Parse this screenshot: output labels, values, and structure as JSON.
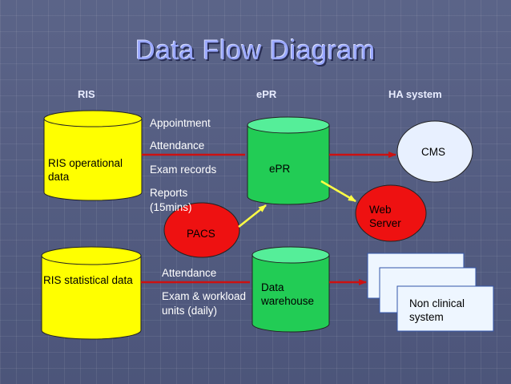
{
  "title": "Data Flow Diagram",
  "headers": {
    "ris": "RIS",
    "epr": "ePR",
    "ha": "HA system"
  },
  "nodes": {
    "ris_operational": "RIS operational data",
    "ris_statistical": "RIS statistical data",
    "epr": "ePR",
    "data_warehouse": "Data warehouse",
    "cms": "CMS",
    "web_server": "Web Server",
    "pacs": "PACS",
    "non_clinical": "Non clinical system"
  },
  "flows_top": [
    "Appointment",
    "Attendance",
    "Exam records",
    "Reports (15mins)"
  ],
  "flows_bottom": [
    "Attendance",
    "Exam & workload units (daily)"
  ],
  "colors": {
    "background": "#505a7e",
    "database_yellow": "#ffff00",
    "database_green": "#22cc55",
    "red_node": "#ee1111",
    "cms_fill": "#e8f0ff",
    "system_box": "#eef6ff",
    "arrow_red": "#cc1111",
    "arrow_yellow": "#ffff44"
  }
}
